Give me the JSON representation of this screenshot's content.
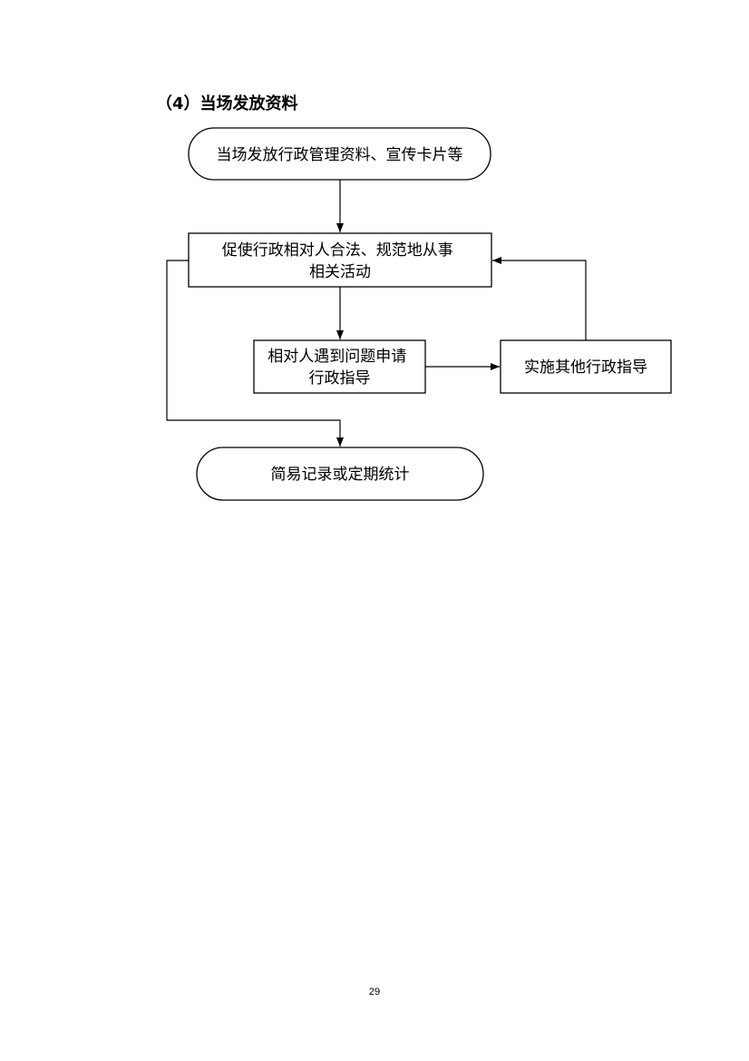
{
  "section": {
    "heading": "（4）当场发放资料"
  },
  "flowchart": {
    "nodes": {
      "start": {
        "lines": [
          "当场发放行政管理资料、宣传卡片等"
        ]
      },
      "promote": {
        "lines": [
          "促使行政相对人合法、规范地从事",
          "相关活动"
        ]
      },
      "apply": {
        "lines": [
          "相对人遇到问题申请",
          "行政指导"
        ]
      },
      "other_guidance": {
        "lines": [
          "实施其他行政指导"
        ]
      },
      "end": {
        "lines": [
          "简易记录或定期统计"
        ]
      }
    }
  },
  "footer": {
    "page_number": "29"
  }
}
